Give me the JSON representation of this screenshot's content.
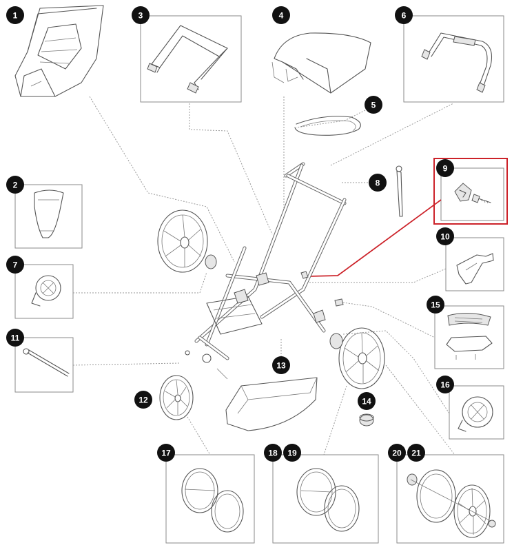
{
  "title": "",
  "highlight_color": "#cc2229",
  "callouts": [
    {
      "id": "1",
      "label": "1"
    },
    {
      "id": "2",
      "label": "2"
    },
    {
      "id": "3",
      "label": "3"
    },
    {
      "id": "4",
      "label": "4"
    },
    {
      "id": "5",
      "label": "5"
    },
    {
      "id": "6",
      "label": "6"
    },
    {
      "id": "7",
      "label": "7"
    },
    {
      "id": "8",
      "label": "8"
    },
    {
      "id": "9",
      "label": "9"
    },
    {
      "id": "10",
      "label": "10"
    },
    {
      "id": "11",
      "label": "11"
    },
    {
      "id": "12",
      "label": "12"
    },
    {
      "id": "13",
      "label": "13"
    },
    {
      "id": "14",
      "label": "14"
    },
    {
      "id": "15",
      "label": "15"
    },
    {
      "id": "16",
      "label": "16"
    },
    {
      "id": "17",
      "label": "17"
    },
    {
      "id": "18",
      "label": "18"
    },
    {
      "id": "19",
      "label": "19"
    },
    {
      "id": "20",
      "label": "20"
    },
    {
      "id": "21",
      "label": "21"
    }
  ],
  "highlighted_part": "9"
}
